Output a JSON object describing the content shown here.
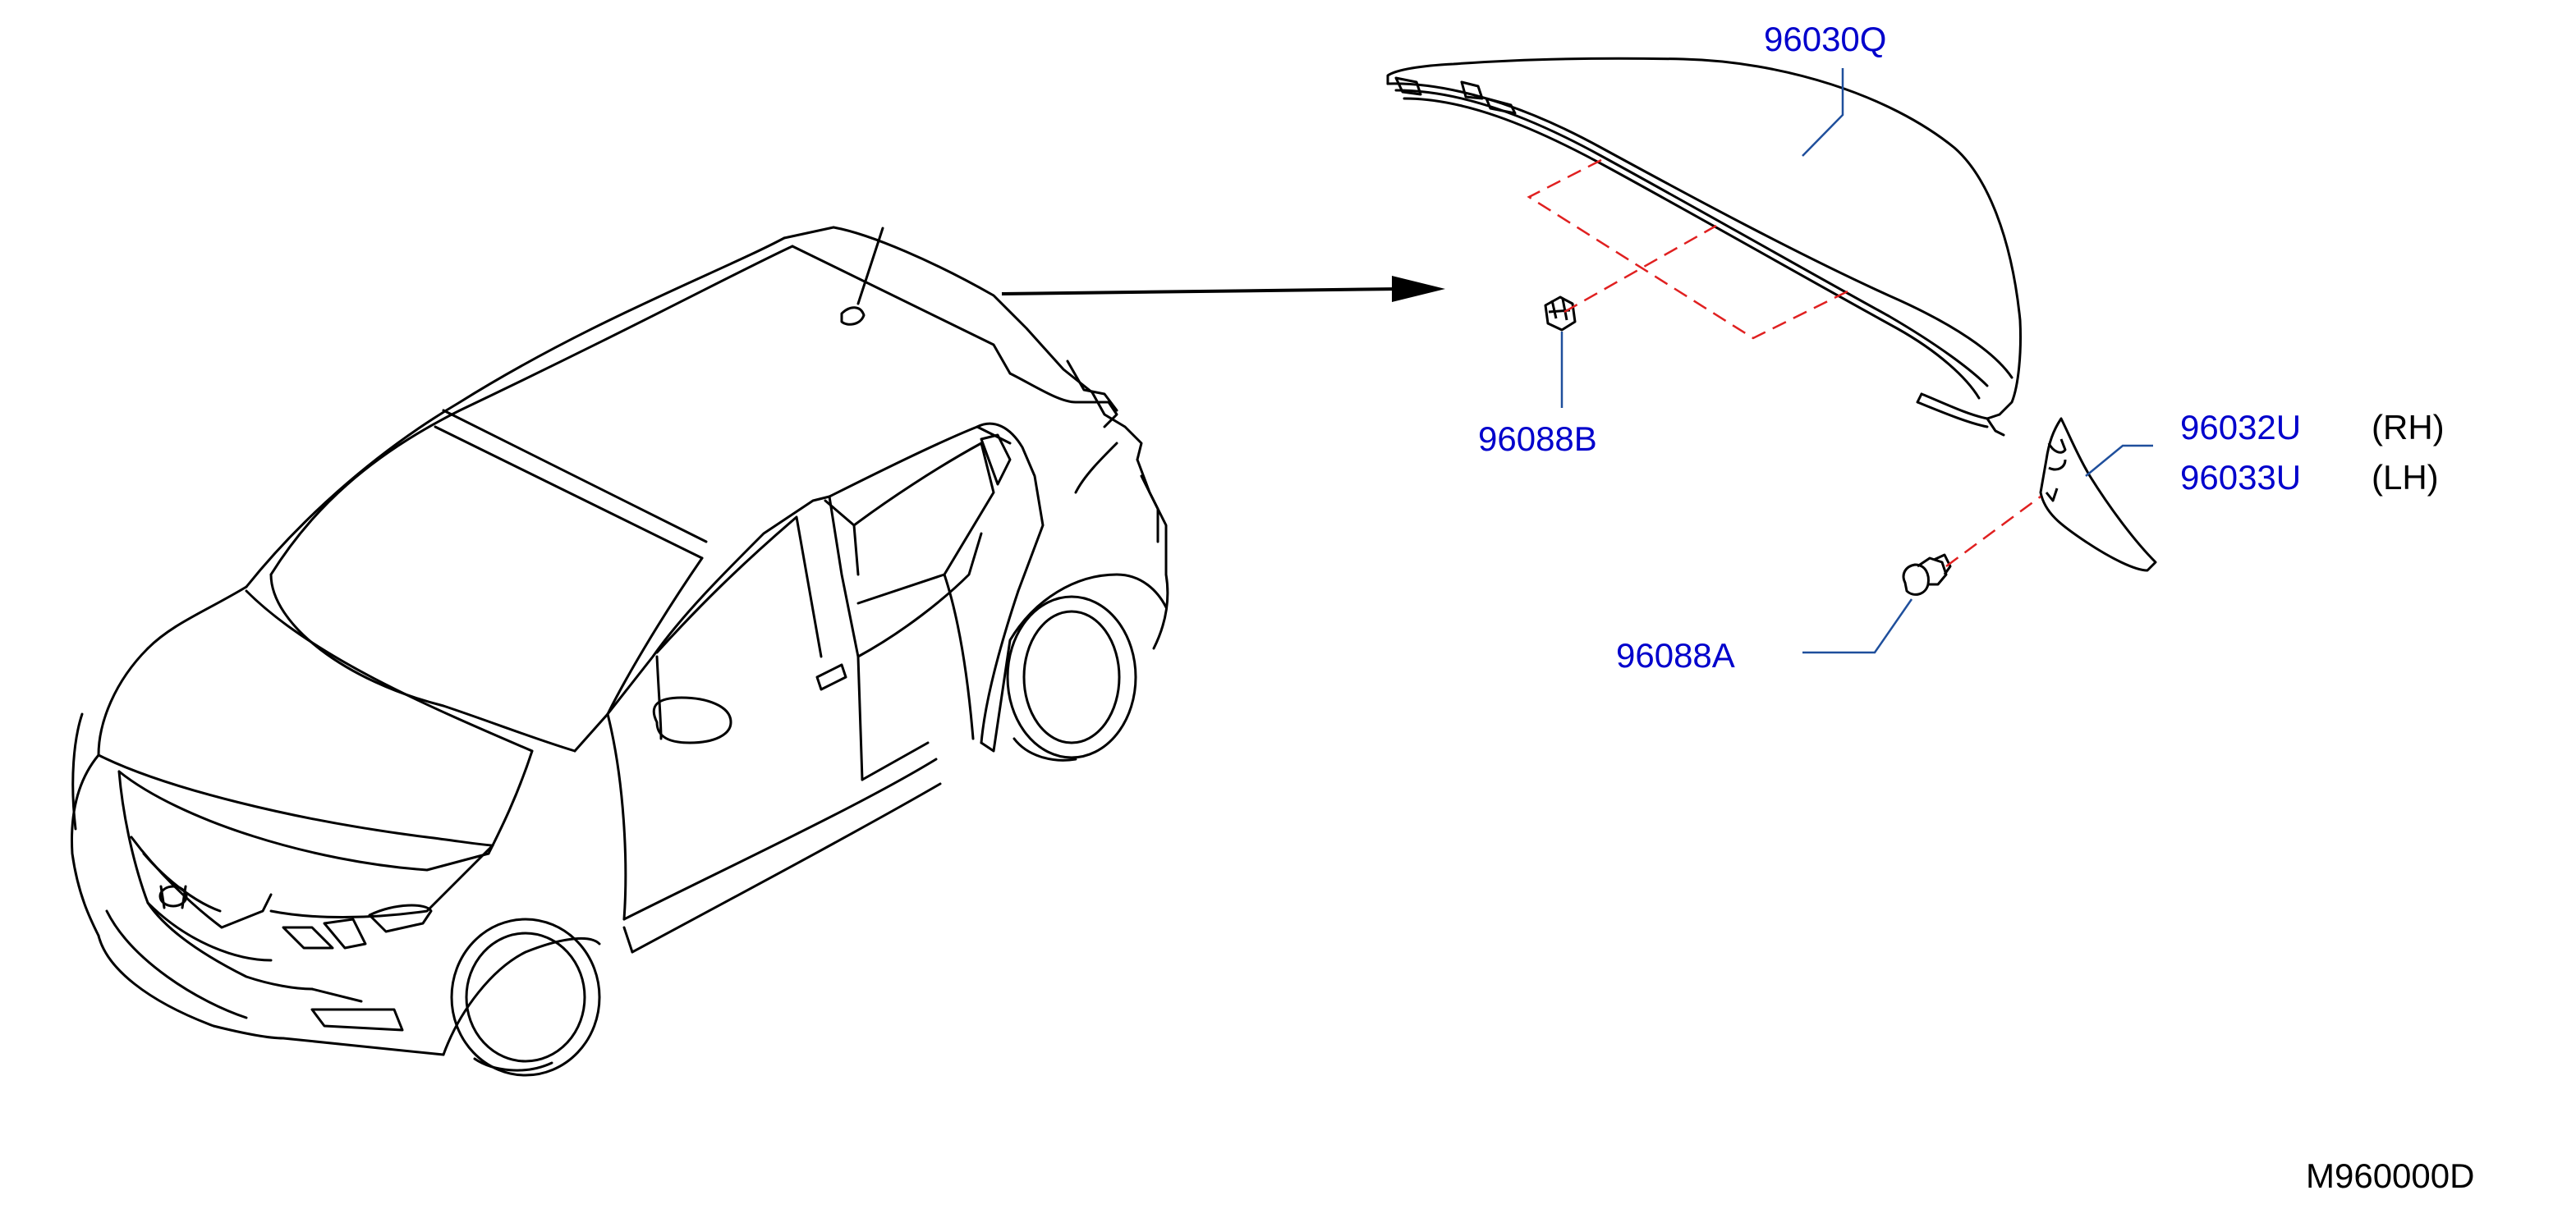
{
  "colors": {
    "ink": "#000000",
    "callout": "#0000cc",
    "leader": "#1f4f9c",
    "dashed": "#e02020"
  },
  "callouts": {
    "spoiler": "96030Q",
    "clip_b": "96088B",
    "cover_rh": "96032U",
    "cover_lh": "96033U",
    "rh": "(RH)",
    "lh": "(LH)",
    "clip_a": "96088A"
  },
  "diagram_code": "M960000D"
}
